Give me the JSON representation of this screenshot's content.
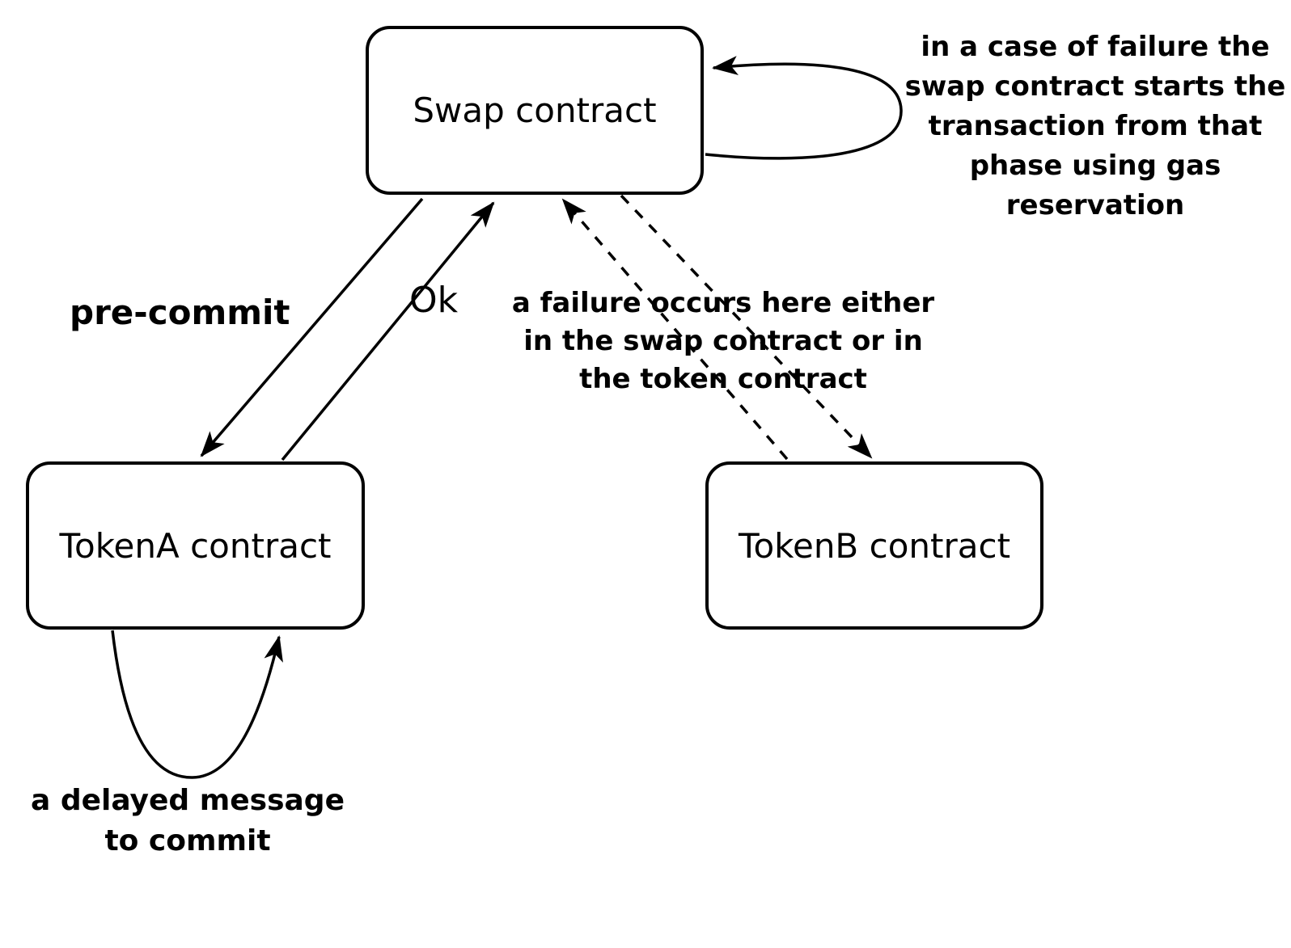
{
  "diagram": {
    "title": "token swap contracts message flow",
    "colors": {
      "ink": "#000000",
      "background": "#ffffff"
    },
    "nodes": {
      "swap": {
        "label": "Swap contract"
      },
      "tokena": {
        "label": "TokenA contract"
      },
      "tokenb": {
        "label": "TokenB contract"
      }
    },
    "edges": {
      "pre_commit": {
        "label": "pre-commit",
        "style": "solid",
        "from": "Swap contract",
        "to": "TokenA contract"
      },
      "ok": {
        "label": "Ok",
        "style": "solid",
        "from": "TokenA contract",
        "to": "Swap contract"
      },
      "failure_to_swap": {
        "label": "",
        "style": "dashed",
        "from": "TokenB contract",
        "to": "Swap contract"
      },
      "failure_to_tokenb": {
        "label": "",
        "style": "dashed",
        "from": "Swap contract",
        "to": "TokenB contract"
      },
      "swap_self_loop": {
        "label": "",
        "style": "solid",
        "from": "Swap contract",
        "to": "Swap contract"
      },
      "tokena_self_loop": {
        "label": "a delayed message\nto commit",
        "style": "solid",
        "from": "TokenA contract",
        "to": "TokenA contract"
      }
    },
    "notes": {
      "gas_reservation": "in a case of failure the\nswap contract starts the\ntransaction from that\nphase using gas\nreservation",
      "failure_location": "a failure occurs here either\nin the swap contract or in\nthe token contract"
    }
  }
}
